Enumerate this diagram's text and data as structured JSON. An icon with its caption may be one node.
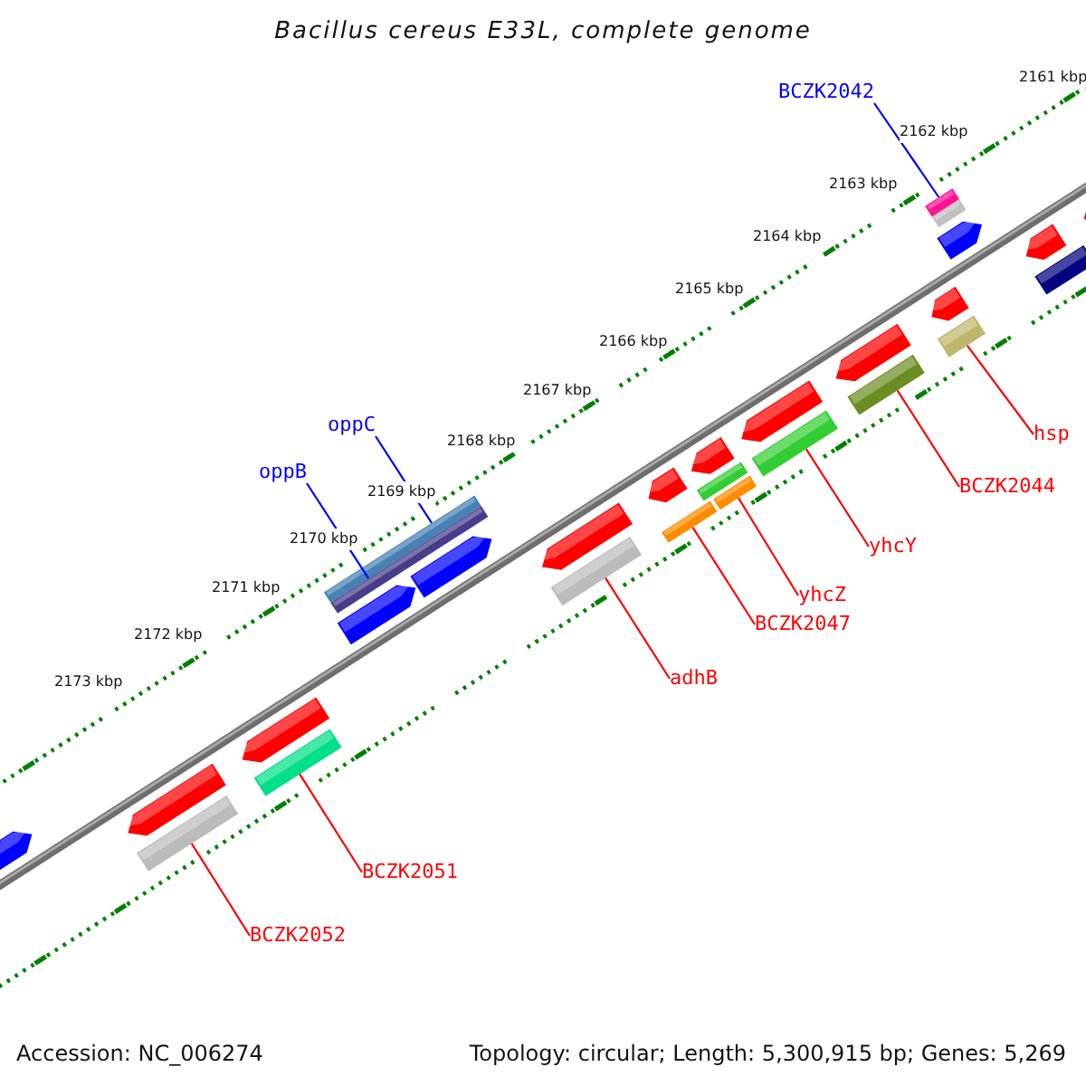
{
  "diagram": {
    "title": "Bacillus cereus E33L, complete genome",
    "nodes": [
      {
        "text": [
          "BCZK2042"
        ]
      },
      {
        "text": [],
        "shape": "bar"
      },
      {
        "text": [
          "oppC"
        ]
      },
      {
        "text": [],
        "shape": "bar"
      },
      {
        "text": [
          "oppB"
        ]
      },
      {
        "text": [],
        "shape": "bar"
      },
      {
        "text": [
          "hsp"
        ]
      },
      {
        "text": [],
        "shape": "bar"
      },
      {
        "text": [
          "BCZK2044"
        ]
      },
      {
        "text": [],
        "shape": "bar"
      },
      {
        "text": [
          "yhcY"
        ]
      },
      {
        "text": [],
        "shape": "bar"
      },
      {
        "text": [
          "yhcZ"
        ]
      },
      {
        "text": [],
        "shape": "bar"
      },
      {
        "text": [
          "BCZK2047"
        ]
      },
      {
        "text": [],
        "shape": "bar"
      },
      {
        "text": [
          "adhB"
        ]
      },
      {
        "text": [],
        "shape": "bar"
      },
      {
        "text": [
          "BCZK2051"
        ]
      },
      {
        "text": [],
        "shape": "bar"
      },
      {
        "text": [
          "BCZK2052"
        ]
      },
      {
        "text": [],
        "shape": "bar"
      }
    ],
    "edges": [
      {
        "from": 0,
        "to": 1,
        "arrow": "none",
        "color": "#0000ff"
      },
      {
        "from": 2,
        "to": 3,
        "arrow": "none",
        "color": "#0000ff"
      },
      {
        "from": 4,
        "to": 5,
        "arrow": "none",
        "color": "#0000ff"
      },
      {
        "from": 6,
        "to": 7,
        "arrow": "none"
      },
      {
        "from": 8,
        "to": 9,
        "arrow": "none"
      },
      {
        "from": 10,
        "to": 11,
        "arrow": "none"
      },
      {
        "from": 12,
        "to": 13,
        "arrow": "none"
      },
      {
        "from": 14,
        "to": 15,
        "arrow": "none"
      },
      {
        "from": 16,
        "to": 17,
        "arrow": "none"
      },
      {
        "from": 18,
        "to": 19,
        "arrow": "none"
      },
      {
        "from": 20,
        "to": 21,
        "arrow": "none"
      }
    ],
    "labels": [
      "2161 kbp",
      "2162 kbp",
      "2163 kbp",
      "2164 kbp",
      "2165 kbp",
      "2166 kbp",
      "2167 kbp",
      "2168 kbp",
      "2169 kbp",
      "2170 kbp",
      "2171 kbp",
      "2172 kbp",
      "2173 kbp",
      "Accession: NC_006274",
      "Topology: circular; Length: 5,300,915 bp; Genes: 5,269"
    ]
  }
}
